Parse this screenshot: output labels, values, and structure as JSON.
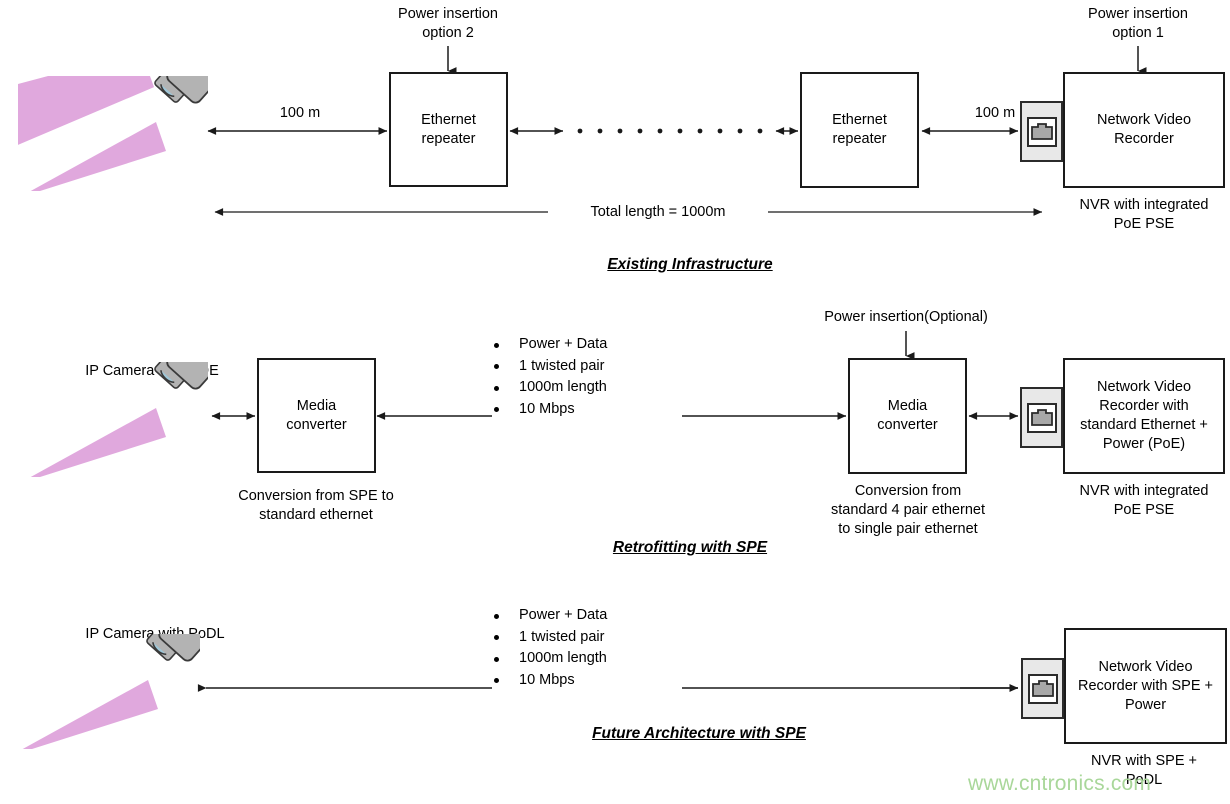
{
  "diagram": {
    "watermark": "www.cntronics.com",
    "bullet_list": [
      "Power + Data",
      "1 twisted pair",
      "1000m length",
      "10 Mbps"
    ],
    "sections": [
      {
        "id": "existing",
        "title": "Existing Infrastructure",
        "labels": {
          "power_insertion_2": "Power insertion\noption 2",
          "power_insertion_1": "Power insertion\noption 1",
          "span_left": "100 m",
          "span_right": "100 m",
          "total_length": "Total length = 1000m",
          "nvr_caption": "NVR with integrated\nPoE PSE"
        },
        "boxes": [
          {
            "name": "ethernet-repeater-1",
            "label": "Ethernet\nrepeater"
          },
          {
            "name": "ethernet-repeater-2",
            "label": "Ethernet\nrepeater"
          },
          {
            "name": "network-video-recorder",
            "label": "Network Video\nRecorder"
          }
        ],
        "dots_count": 10
      },
      {
        "id": "retrofitting",
        "title": "Retrofitting with SPE",
        "labels": {
          "camera_label": "IP Camera with POE",
          "power_insertion_optional": "Power insertion(Optional)",
          "converter_1_caption": "Conversion from SPE to\nstandard ethernet",
          "converter_2_caption": "Conversion from\nstandard 4 pair ethernet\nto single pair ethernet",
          "nvr_caption": "NVR with integrated\nPoE PSE"
        },
        "boxes": [
          {
            "name": "media-converter-1",
            "label": "Media\nconverter"
          },
          {
            "name": "media-converter-2",
            "label": "Media\nconverter"
          },
          {
            "name": "network-video-recorder",
            "label": "Network Video\nRecorder with\nstandard Ethernet +\nPower (PoE)"
          }
        ]
      },
      {
        "id": "future",
        "title": "Future Architecture with SPE",
        "labels": {
          "camera_label": "IP Camera with PoDL",
          "nvr_caption": "NVR with SPE +\nPoDL"
        },
        "boxes": [
          {
            "name": "network-video-recorder",
            "label": "Network Video\nRecorder with SPE +\nPower"
          }
        ]
      }
    ],
    "colors": {
      "line": "#1a1a1a",
      "camera_body": "#b3b3b3",
      "light_cone": "#e0a8dd",
      "jack_fill": "#a8a8a8",
      "watermark": "#a9d79a"
    }
  }
}
